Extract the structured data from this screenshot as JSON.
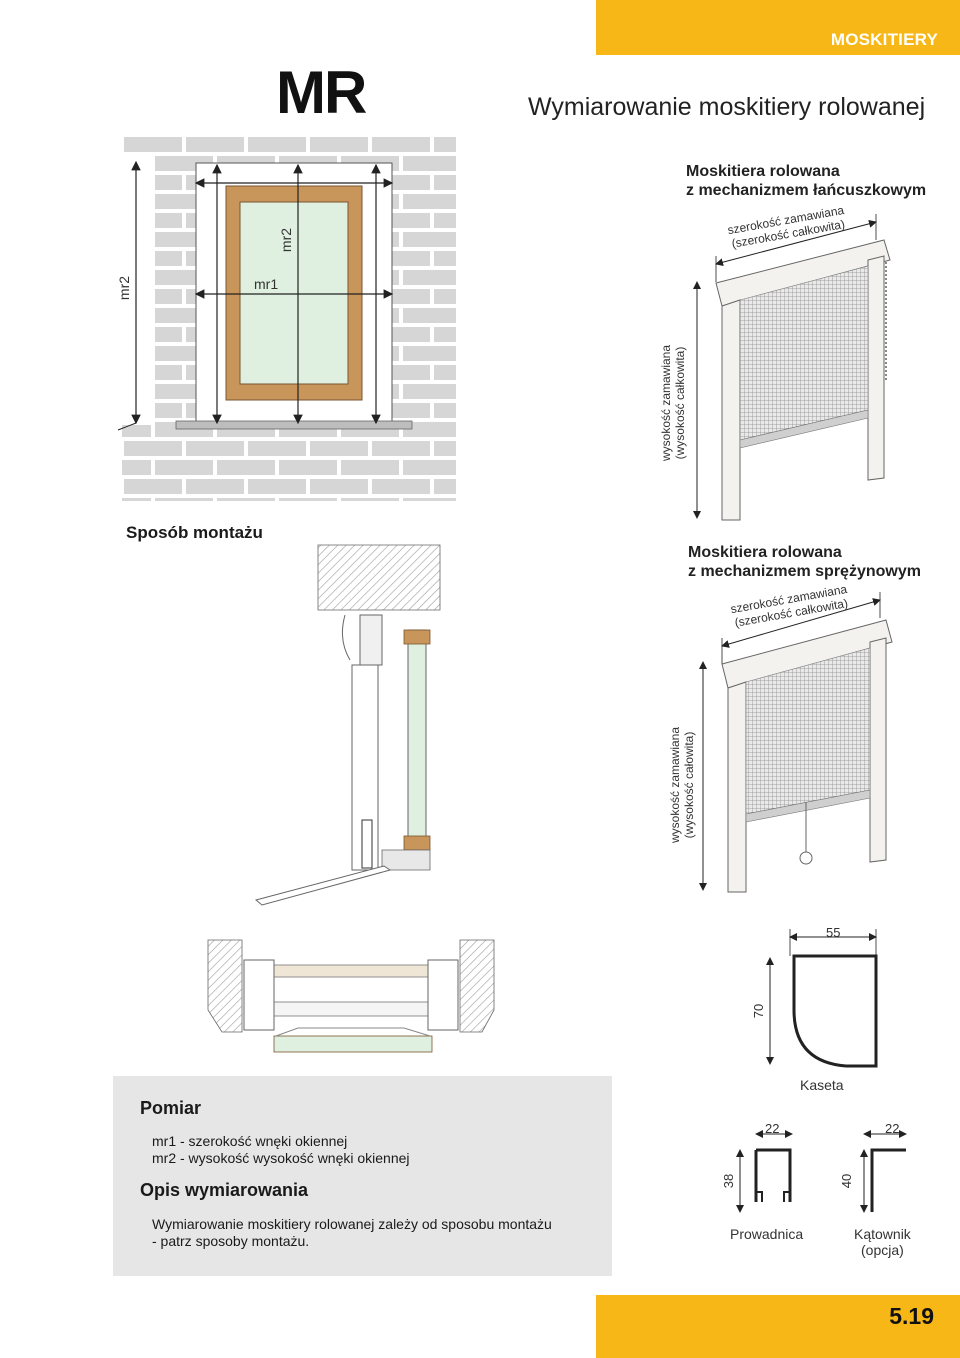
{
  "header": {
    "category": "MOSKITIERY",
    "code": "MR",
    "title": "Wymiarowanie moskitiery rolowanej"
  },
  "window_diagram": {
    "mr1_label": "mr1",
    "mr2_label": "mr2",
    "mr2_outer_label": "mr2"
  },
  "chain_type": {
    "title_line1": "Moskitiera rolowana",
    "title_line2": "z mechanizmem łańcuszkowym",
    "width_line1": "szerokość zamawiana",
    "width_line2": "(szerokość całkowita)",
    "height_line1": "wysokość zamawiana",
    "height_line2": "(wysokość całkowita)"
  },
  "mounting": {
    "title": "Sposób montażu"
  },
  "spring_type": {
    "title_line1": "Moskitiera rolowana",
    "title_line2": "z mechanizmem sprężynowym",
    "width_line1": "szerokość zamawiana",
    "width_line2": "(szerokość całkowita)",
    "height_line1": "wysokość zamawiana",
    "height_line2": "(wysokość całowita)"
  },
  "profiles": {
    "kaseta": {
      "label": "Kaseta",
      "width": "55",
      "height": "70"
    },
    "prowadnica": {
      "label": "Prowadnica",
      "width": "22",
      "height": "38"
    },
    "katownik": {
      "label": "Kątownik",
      "label2": "(opcja)",
      "width": "22",
      "height": "40"
    }
  },
  "pomiar": {
    "title": "Pomiar",
    "line1": "mr1 - szerokość wnęki okiennej",
    "line2": "mr2 - wysokość wysokość wnęki okiennej"
  },
  "opis": {
    "title": "Opis wymiarowania",
    "text": "Wymiarowanie moskitiery rolowanej zależy od sposobu montażu - patrz sposoby montażu."
  },
  "footer": {
    "page_number": "5.19"
  },
  "colors": {
    "accent": "#f6b717",
    "brick": "#d6d6d6",
    "frame": "#c8955a",
    "glass": "#dff0e0"
  }
}
